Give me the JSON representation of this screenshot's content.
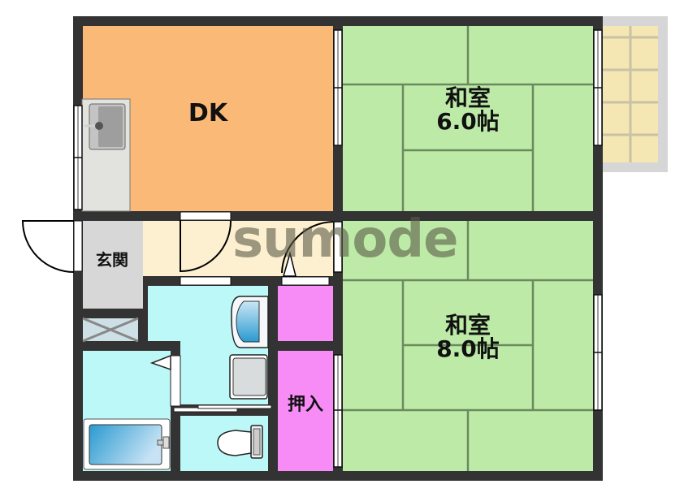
{
  "floor_plan": {
    "watermark": "sumode",
    "colors": {
      "wall": "#333333",
      "dk": "#fab976",
      "washitsu": "#bdeba7",
      "tatami_line": "#5d7a52",
      "hallway": "#fdf0d0",
      "genkan": "#d7d7d7",
      "wet_area": "#bcf8f8",
      "closet": "#f78cf6",
      "balcony_floor": "#f4e7b3",
      "balcony_frame": "#d6d6d6",
      "kitchen_counter": "#e2e2de"
    },
    "rooms": {
      "dk": {
        "label": "DK"
      },
      "washitsu_north": {
        "label_line1": "和室",
        "label_line2": "6.0帖"
      },
      "washitsu_south": {
        "label_line1": "和室",
        "label_line2": "8.0帖"
      },
      "genkan": {
        "label": "玄関"
      },
      "oshiire": {
        "label": "押入"
      }
    },
    "fixtures": [
      "kitchen-sink",
      "washing-machine-pan",
      "washbasin",
      "bathtub",
      "toilet",
      "shoe-storage"
    ]
  }
}
